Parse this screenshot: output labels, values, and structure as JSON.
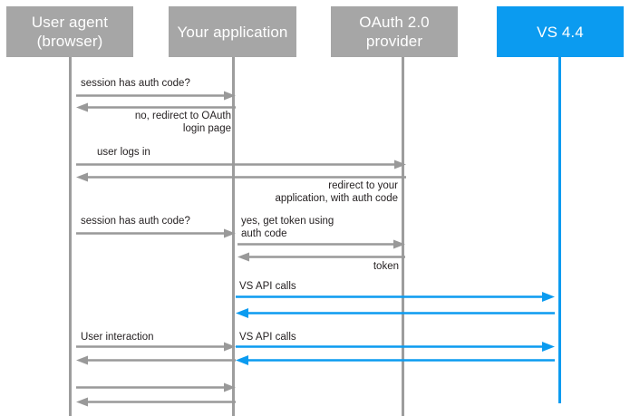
{
  "diagram": {
    "title_type": "sequence-diagram",
    "colors": {
      "actor_gray": "#a6a6a6",
      "actor_blue": "#0b9bf0",
      "lifeline_gray": "#9d9d9d",
      "arrow_gray": "#999999",
      "arrow_blue": "#0b9bf0",
      "text_dark": "#231f20",
      "text_light": "#ffffff",
      "background": "#ffffff"
    },
    "actors": [
      {
        "id": "user-agent",
        "label": "User agent\n(browser)",
        "color": "gray"
      },
      {
        "id": "your-app",
        "label": "Your\napplication",
        "color": "gray"
      },
      {
        "id": "oauth-provider",
        "label": "OAuth 2.0\nprovider",
        "color": "gray"
      },
      {
        "id": "vs",
        "label": "VS 4.4",
        "color": "blue"
      }
    ],
    "messages": [
      {
        "id": "m1",
        "label": "session has auth code?",
        "from": "user-agent",
        "to": "your-app",
        "direction": "right",
        "color": "gray"
      },
      {
        "id": "m2",
        "label": "no, redirect to OAuth\nlogin page",
        "from": "your-app",
        "to": "user-agent",
        "direction": "left",
        "color": "gray"
      },
      {
        "id": "m3",
        "label": "user logs in",
        "from": "user-agent",
        "to": "oauth-provider",
        "direction": "right",
        "color": "gray"
      },
      {
        "id": "m4",
        "label": "redirect to your\napplication, with auth code",
        "from": "oauth-provider",
        "to": "user-agent",
        "direction": "left",
        "color": "gray"
      },
      {
        "id": "m5",
        "label": "session has auth code?",
        "from": "user-agent",
        "to": "your-app",
        "direction": "right",
        "color": "gray"
      },
      {
        "id": "m6",
        "label": "yes, get token using\nauth code",
        "from": "your-app",
        "to": "oauth-provider",
        "direction": "right",
        "color": "gray"
      },
      {
        "id": "m7",
        "label": "token",
        "from": "oauth-provider",
        "to": "your-app",
        "direction": "left",
        "color": "gray"
      },
      {
        "id": "m8",
        "label": "VS API calls",
        "from": "your-app",
        "to": "vs",
        "direction": "right",
        "color": "blue"
      },
      {
        "id": "m9",
        "label": "",
        "from": "vs",
        "to": "your-app",
        "direction": "left",
        "color": "blue"
      },
      {
        "id": "m10",
        "label": "User interaction",
        "from": "user-agent",
        "to": "your-app",
        "direction": "right",
        "color": "gray"
      },
      {
        "id": "m11",
        "label": "VS API calls",
        "from": "your-app",
        "to": "vs",
        "direction": "right",
        "color": "blue"
      },
      {
        "id": "m12",
        "label": "",
        "from": "your-app",
        "to": "user-agent",
        "direction": "left",
        "color": "gray"
      },
      {
        "id": "m13",
        "label": "",
        "from": "vs",
        "to": "your-app",
        "direction": "left",
        "color": "blue"
      },
      {
        "id": "m14",
        "label": "",
        "from": "user-agent",
        "to": "your-app",
        "direction": "right",
        "color": "gray"
      },
      {
        "id": "m15",
        "label": "",
        "from": "your-app",
        "to": "user-agent",
        "direction": "left",
        "color": "gray"
      }
    ]
  }
}
